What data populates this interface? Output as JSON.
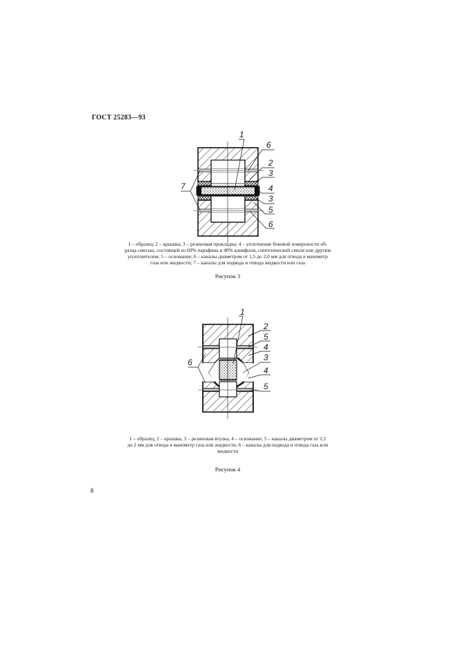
{
  "header": {
    "standard": "ГОСТ 25283—93"
  },
  "figure3": {
    "label": "Рисунок 3",
    "callouts": [
      "1",
      "6",
      "2",
      "3",
      "4",
      "3",
      "5",
      "6",
      "7"
    ],
    "legend": [
      {
        "num": "1",
        "text": "образец"
      },
      {
        "num": "2",
        "text": "крышка"
      },
      {
        "num": "3",
        "text": "резиновая прокладка"
      },
      {
        "num": "4",
        "text": "уплотнение боковой поверхности образца смесью, состоящей из 60% парафина и 40% канифоли, синтетической смоли или другим уплотнителем"
      },
      {
        "num": "5",
        "text": "основание"
      },
      {
        "num": "6",
        "text": "каналы диаметром от 1,5 до 2,0 мм для отвода в манометр газа или жидкости"
      },
      {
        "num": "7",
        "text": "каналы для подвода и отвода жидкости или газа"
      }
    ],
    "caption_lines": [
      "1 – образец; 2 – крышка; 3 – резиновая прокладка; 4 – уплотнение боковой поверхности об-",
      "разца смесью, состоящей из 60% парафина и 40% канифоли, синтетической смоли или другим",
      "уплотнителем; 5 – основание; 6 – каналы диаметром от 1,5 до 2,0  мм для отвода в манометр",
      "газа или жидкости; 7 – каналы для подвода и отвода жидкости или газа"
    ]
  },
  "figure4": {
    "label": "Рисунок 4",
    "callouts": [
      "1",
      "2",
      "5",
      "4",
      "3",
      "4",
      "5",
      "6"
    ],
    "legend": [
      {
        "num": "1",
        "text": "образец"
      },
      {
        "num": "2",
        "text": "крышка"
      },
      {
        "num": "3",
        "text": "резиновая втулка"
      },
      {
        "num": "4",
        "text": "основание"
      },
      {
        "num": "5",
        "text": "каналы диаметром от 1,5 до 2 мм для отвода в манометр газа или жидкости"
      },
      {
        "num": "6",
        "text": "каналы для подвода и отвода газа или жидкости"
      }
    ],
    "caption_lines": [
      "1 – образец; 2 – крышка, 3 – резиновая втулка; 4 – основание; 5 – каналы диаметром от 1,5",
      "до 2  мм для отвода в манометр газа или жидкости, 6 – каналы для подвода и отвода газа или",
      "жидкости"
    ]
  },
  "page_number": "8"
}
